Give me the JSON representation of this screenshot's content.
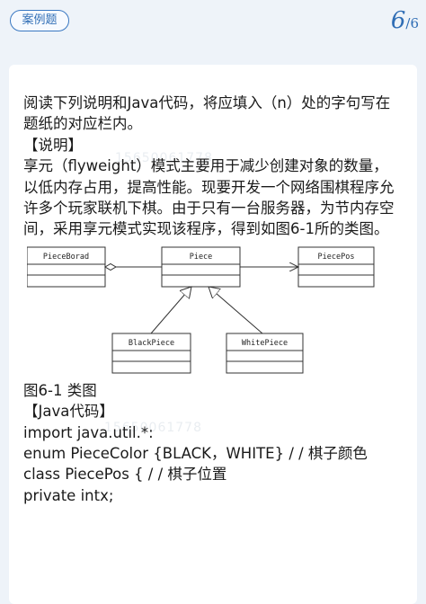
{
  "header": {
    "tag": "案例题",
    "page_current": "6",
    "page_separator": "/",
    "page_total": "6"
  },
  "question": {
    "intro": "阅读下列说明和Java代码，将应填入（n）处的字句写在题纸的对应栏内。",
    "section_explain": "【说明】",
    "explanation": "享元（flyweight）模式主要用于减少创建对象的数量，以低内存占用，提高性能。现要开发一个网络围棋程序允许多个玩家联机下棋。由于只有一台服务器，为节内存空间，采用享元模式实现该程序，得到如图6-1所的类图。",
    "diagram": {
      "classes": {
        "pieceborad": "PieceBorad",
        "piece": "Piece",
        "piecepos": "PiecePos",
        "blackpiece": "BlackPiece",
        "whitepiece": "WhitePiece"
      }
    },
    "figure_caption": "图6-1 类图",
    "section_code": "【Java代码】",
    "code_lines": [
      "import java.util.*:",
      "enum PieceColor  {BLACK，WHITE}  / / 棋子颜色",
      "class PiecePos  { / / 棋子位置",
      "private intx;"
    ]
  },
  "watermark": {
    "line1": "15650061778",
    "line2": "15650061778"
  }
}
